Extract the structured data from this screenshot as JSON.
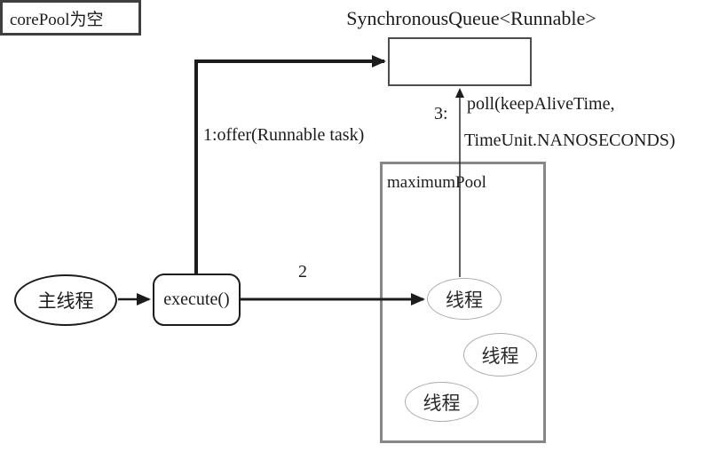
{
  "diagram": {
    "title": "SynchronousQueue&lt;Runnable&gt;",
    "title_text": "SynchronousQueue<Runnable>",
    "labels": {
      "offer": "1:offer(Runnable task)",
      "step2": "2",
      "step3": "3:",
      "poll_line1": "poll(keepAliveTime,",
      "poll_line2": "TimeUnit.NANOSECONDS)"
    },
    "nodes": {
      "main_thread": "主线程",
      "execute": "execute()",
      "maximum_pool": "maximumPool",
      "core_pool": "corePool为空",
      "thread1": "线程",
      "thread2": "线程",
      "thread3": "线程"
    },
    "colors": {
      "line": "#1c1c1c",
      "queue_border": "#4d4d4d",
      "maximum_pool_border": "#878787",
      "core_pool_border": "#3f3f3f",
      "thread_border": "#adadad",
      "background": "#ffffff"
    }
  }
}
